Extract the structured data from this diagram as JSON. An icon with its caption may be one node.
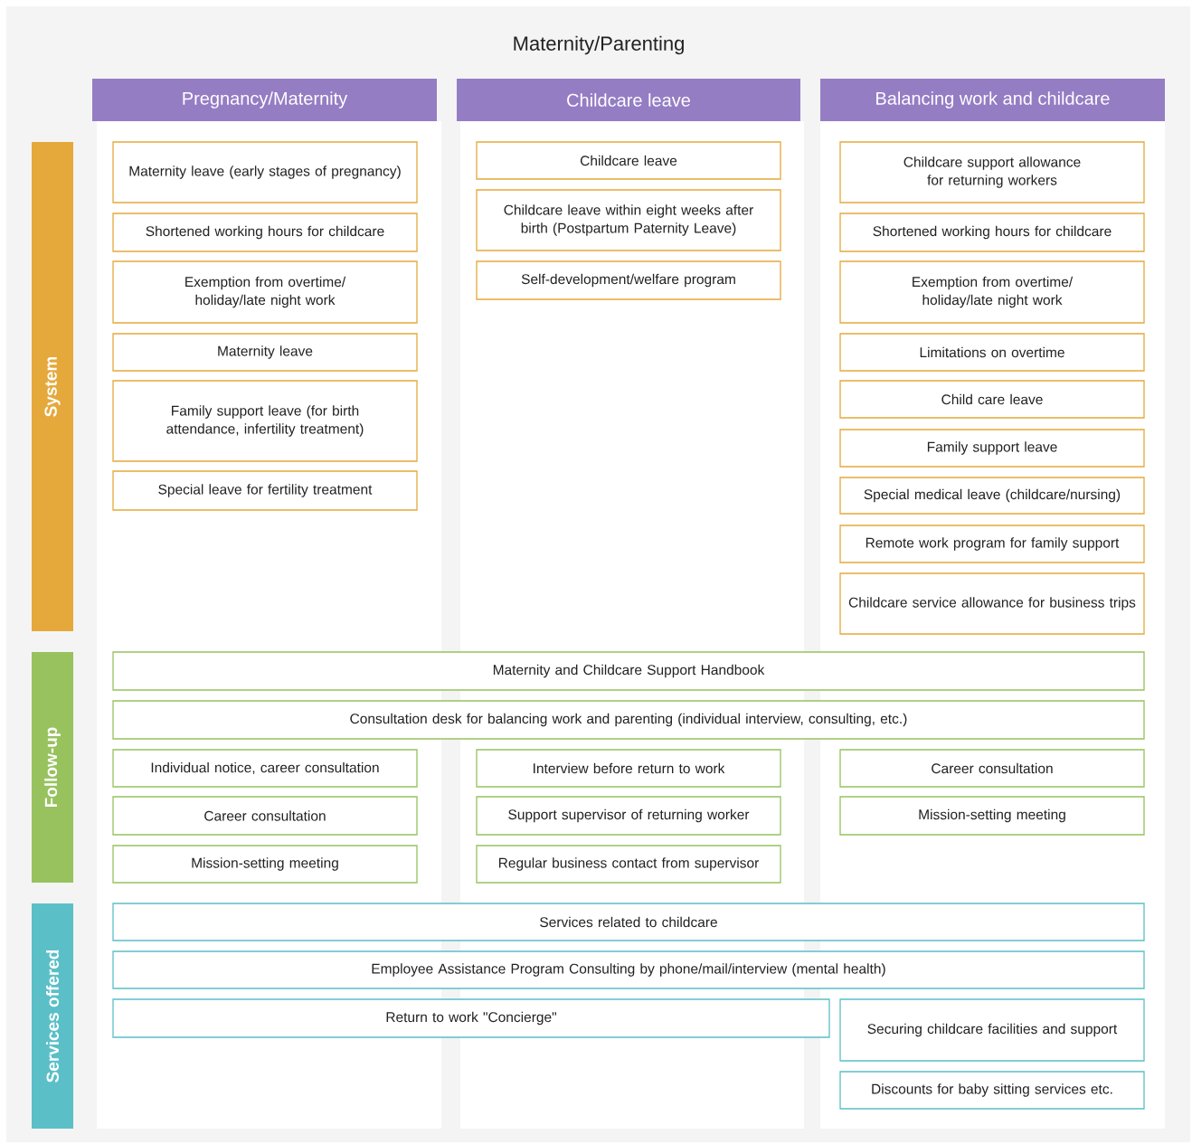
{
  "diagram": {
    "title": "Maternity/Parenting",
    "nodes": [
      {
        "text": [
          "Pregnancy/Maternity"
        ]
      },
      {
        "text": [
          "Childcare leave"
        ]
      },
      {
        "text": [
          "Balancing work and childcare"
        ]
      },
      {
        "text": [
          "System"
        ]
      },
      {
        "text": [
          "Maternity leave (early stages of pregnancy)"
        ]
      },
      {
        "text": [
          "Shortened working hours for childcare"
        ]
      },
      {
        "text": [
          "Exemption from overtime/ holiday/late night work"
        ]
      },
      {
        "text": [
          "Maternity leave"
        ]
      },
      {
        "text": [
          "Family support leave (for birth attendance, infertility treatment)"
        ]
      },
      {
        "text": [
          "Special leave for fertility treatment"
        ]
      },
      {
        "text": [
          "Childcare leave"
        ]
      },
      {
        "text": [
          "Childcare leave within eight weeks after birth (Postpartum Paternity Leave)"
        ]
      },
      {
        "text": [
          "Self-development/welfare program"
        ]
      },
      {
        "text": [
          "Childcare support allowance for returning workers"
        ]
      },
      {
        "text": [
          "Shortened working hours for childcare"
        ]
      },
      {
        "text": [
          "Exemption from overtime/ holiday/late night work"
        ]
      },
      {
        "text": [
          "Limitations on overtime"
        ]
      },
      {
        "text": [
          "Child care leave"
        ]
      },
      {
        "text": [
          "Family support leave"
        ]
      },
      {
        "text": [
          "Special medical leave (childcare/nursing)"
        ]
      },
      {
        "text": [
          "Remote work program for family support"
        ]
      },
      {
        "text": [
          "Childcare service allowance for business trips"
        ]
      },
      {
        "text": [
          "Follow-up"
        ]
      },
      {
        "text": [
          "Maternity and Childcare Support Handbook"
        ]
      },
      {
        "text": [
          "Consultation desk for balancing work and parenting (individual interview, consulting, etc.)"
        ]
      },
      {
        "text": [
          "Individual notice, career consultation"
        ]
      },
      {
        "text": [
          "Career consultation"
        ]
      },
      {
        "text": [
          "Mission-setting meeting"
        ]
      },
      {
        "text": [
          "Interview before return to work"
        ]
      },
      {
        "text": [
          "Support supervisor of returning worker"
        ]
      },
      {
        "text": [
          "Regular business contact from supervisor"
        ]
      },
      {
        "text": [
          "Career consultation"
        ]
      },
      {
        "text": [
          "Mission-setting meeting"
        ]
      },
      {
        "text": [
          "Services offered"
        ]
      },
      {
        "text": [
          "Services related to childcare"
        ]
      },
      {
        "text": [
          "Employee Assistance Program    Consulting by phone/mail/interview (mental health)"
        ]
      },
      {
        "text": [
          "Return to work \"Concierge\""
        ]
      },
      {
        "text": [
          "Securing childcare facilities and support"
        ]
      },
      {
        "text": [
          "Discounts for baby sitting services etc."
        ]
      }
    ]
  }
}
